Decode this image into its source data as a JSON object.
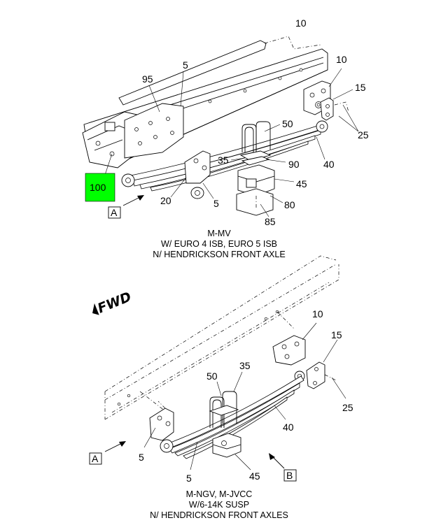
{
  "top": {
    "callouts": {
      "c10a": "10",
      "c10b": "10",
      "c95": "95",
      "c5a": "5",
      "c15": "15",
      "c50": "50",
      "c25": "25",
      "c35": "35",
      "c90": "90",
      "c40": "40",
      "c100": "100",
      "c45": "45",
      "c20": "20",
      "c5b": "5",
      "c80": "80",
      "c85": "85"
    },
    "view_label": "A",
    "caption": [
      "M-MV",
      "W/ EURO 4 ISB, EURO 5 ISB",
      "N/ HENDRICKSON FRONT AXLE"
    ]
  },
  "fwd_label": "FWD",
  "bottom": {
    "callouts": {
      "c10": "10",
      "c15": "15",
      "c35": "35",
      "c50": "50",
      "c25": "25",
      "c40": "40",
      "c5a": "5",
      "c5b": "5",
      "c45": "45"
    },
    "view_label_a": "A",
    "view_label_b": "B",
    "caption": [
      "M-NGV, M-JVCC",
      "W/6-14K SUSP",
      "N/ HENDRICKSON FRONT AXLES"
    ]
  },
  "colors": {
    "highlight": "#00ff00"
  }
}
